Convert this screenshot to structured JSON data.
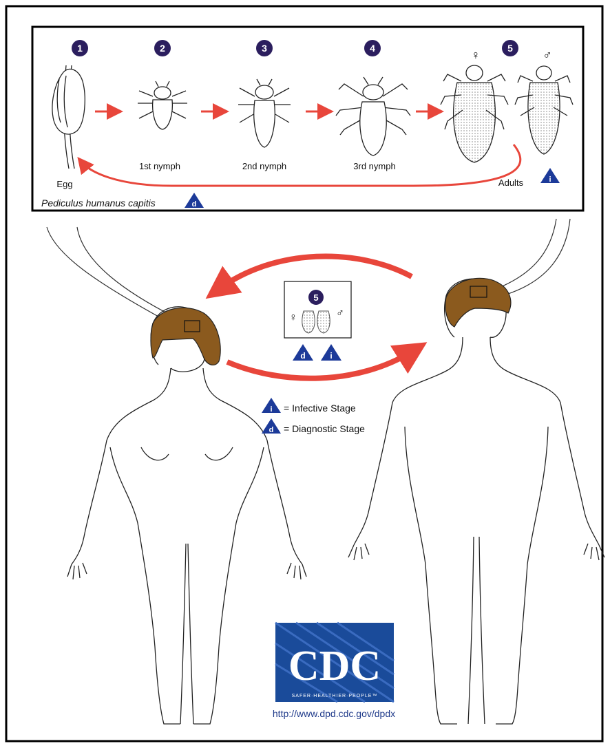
{
  "colors": {
    "border": "#000000",
    "arrow": "#e8463b",
    "stage_circle": "#2b1e5e",
    "marker_triangle": "#1c3a99",
    "hair": "#8b5a1e",
    "cdc_blue": "#1a4b9a",
    "url_text": "#1f3a8a"
  },
  "stages": [
    {
      "num": "1",
      "label": "Egg"
    },
    {
      "num": "2",
      "label": "1st nymph"
    },
    {
      "num": "3",
      "label": "2nd nymph"
    },
    {
      "num": "4",
      "label": "3rd nymph"
    },
    {
      "num": "5",
      "label": "Adults"
    }
  ],
  "adult_marker": "i",
  "species": {
    "name": "Pediculus humanus capitis",
    "marker": "d"
  },
  "sex_symbols": {
    "female": "♀",
    "male": "♂"
  },
  "inset": {
    "num": "5",
    "markers": [
      "d",
      "i"
    ]
  },
  "legend": [
    {
      "marker": "i",
      "text": "= Infective Stage"
    },
    {
      "marker": "d",
      "text": "= Diagnostic Stage"
    }
  ],
  "logo": {
    "text": "CDC",
    "tagline": "SAFER·HEALTHIER·PEOPLE™"
  },
  "url": "http://www.dpd.cdc.gov/dpdx"
}
